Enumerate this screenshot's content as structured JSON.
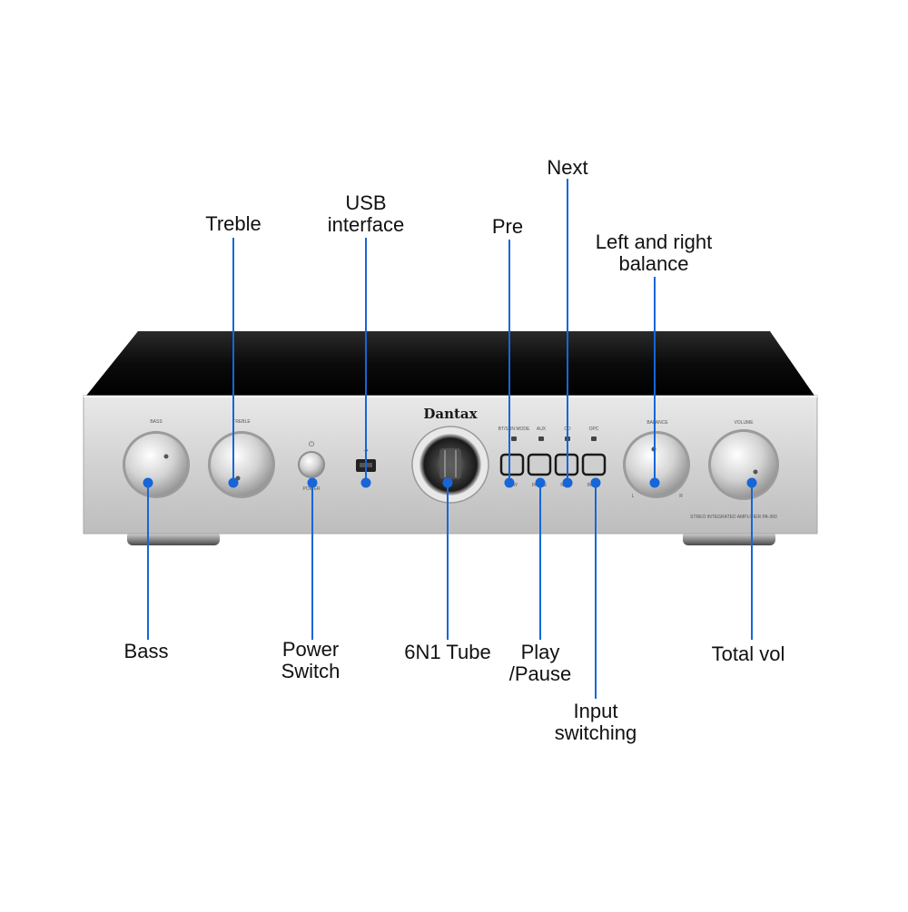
{
  "brand": "Dantax",
  "panel_labels": {
    "bass": "BASS",
    "treble": "TREBLE",
    "power": "POWER",
    "balance": "BALANCE",
    "volume": "VOLUME",
    "balance_left": "L",
    "balance_right": "R",
    "model_line": "STREO INTEGRATED AMPLIFIER PA-360",
    "btn_top": [
      "BT/SRN MODE",
      "AUX",
      "CD",
      "OPC"
    ],
    "btn_bottom": [
      "PLAY",
      "PAUSE",
      "NEXT",
      "INPUT"
    ]
  },
  "callouts": {
    "treble": [
      "Treble"
    ],
    "usb": [
      "USB",
      "interface"
    ],
    "pre": [
      "Pre"
    ],
    "next": [
      "Next"
    ],
    "balance": [
      "Left and right",
      "balance"
    ],
    "bass": [
      "Bass"
    ],
    "power": [
      "Power",
      "Switch"
    ],
    "tube": [
      "6N1 Tube"
    ],
    "play": [
      "Play",
      "/Pause"
    ],
    "input": [
      "Input",
      "switching"
    ],
    "volume": [
      "Total vol"
    ]
  },
  "colors": {
    "leader_line": "#1666d8",
    "chassis_top": "#0c0c0c",
    "panel": "#d6d6d6"
  }
}
